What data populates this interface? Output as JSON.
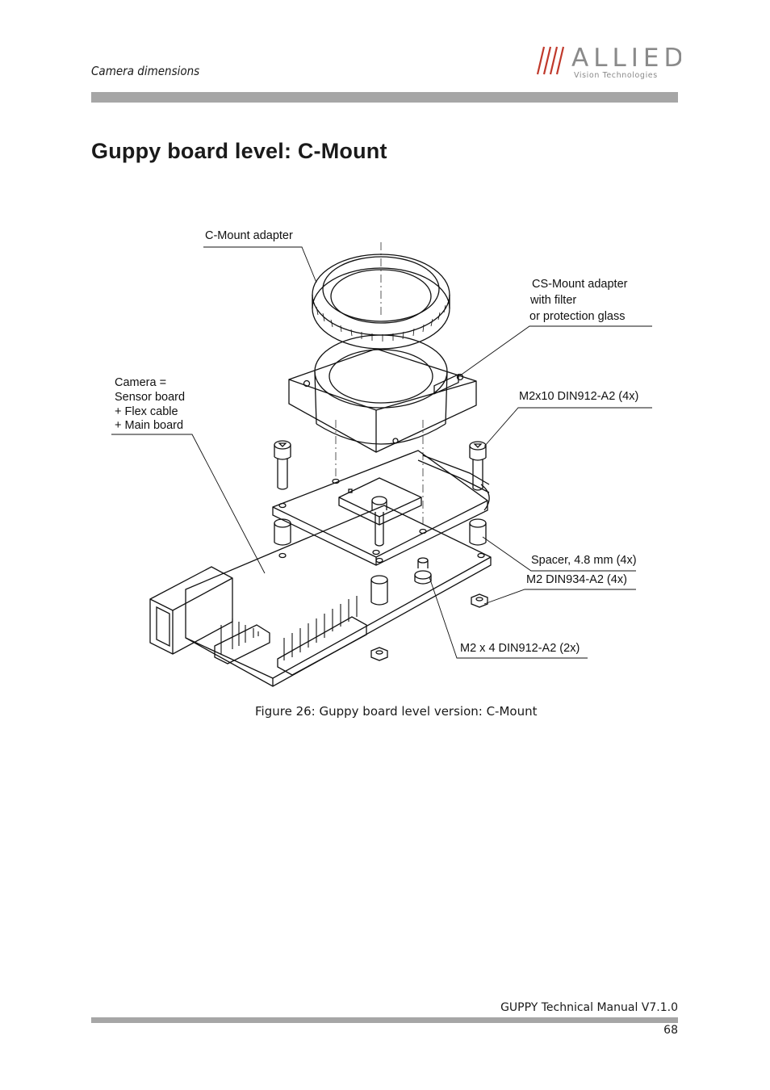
{
  "header": {
    "section": "Camera dimensions",
    "logo_text": "ALLIED",
    "logo_subtext": "Vision Technologies"
  },
  "page": {
    "title": "Guppy board level: C-Mount"
  },
  "figure": {
    "labels": {
      "c_mount_adapter": "C-Mount adapter",
      "cs_mount_line1": "CS-Mount adapter",
      "cs_mount_line2": "with filter",
      "cs_mount_line3": "or protection glass",
      "camera_line1": "Camera =",
      "camera_line2": "Sensor board",
      "camera_line3": "+ Flex cable",
      "camera_line4": "+ Main board",
      "screw_m2x10": "M2x10 DIN912-A2  (4x)",
      "spacer": "Spacer, 4.8 mm (4x)",
      "nut_m2": "M2 DIN934-A2 (4x)",
      "screw_m2x4": "M2 x 4 DIN912-A2 (2x)"
    },
    "caption": "Figure 26: Guppy board level version: C-Mount"
  },
  "footer": {
    "manual_title": "GUPPY Technical Manual V7.1.0",
    "page_number": "68"
  }
}
